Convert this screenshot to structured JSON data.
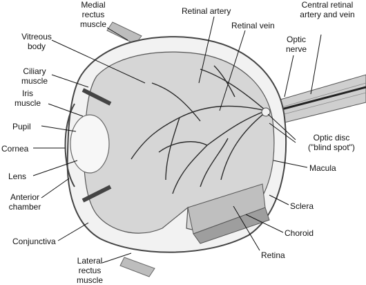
{
  "labels": {
    "medial_rectus": "Medial\nrectus\nmuscle",
    "retinal_artery": "Retinal artery",
    "central_retinal": "Central retinal\nartery and vein",
    "retinal_vein": "Retinal vein",
    "vitreous_body": "Vitreous\nbody",
    "optic_nerve": "Optic\nnerve",
    "ciliary_muscle": "Ciliary\nmuscle",
    "iris_muscle": "Iris\nmuscle",
    "pupil": "Pupil",
    "cornea": "Cornea",
    "lens": "Lens",
    "optic_disc": "Optic disc\n(\"blind spot\")",
    "macula": "Macula",
    "anterior_chamber": "Anterior\nchamber",
    "sclera": "Sclera",
    "choroid": "Choroid",
    "conjunctiva": "Conjunctiva",
    "retina": "Retina",
    "lateral_rectus": "Lateral\nrectus\nmuscle"
  },
  "colors": {
    "ink": "#111111",
    "sclera_fill": "#f2f2f2",
    "interior_fill": "#d9d9d9",
    "vessel": "#2a2a2a",
    "muscle_fill": "#bdbdbd"
  }
}
